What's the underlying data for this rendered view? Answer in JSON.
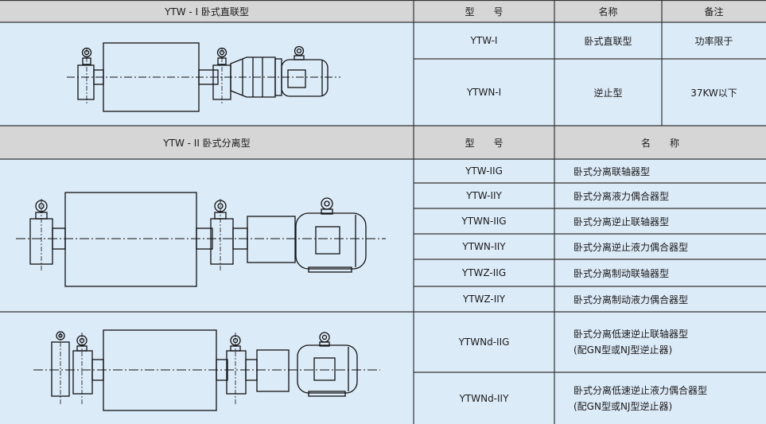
{
  "section1": {
    "title": "YTW - I 卧式直联型",
    "headers": [
      "型　　号",
      "名称",
      "备注"
    ],
    "rows": [
      {
        "model": "YTW-I",
        "name": "卧式直联型",
        "note": "功率限于"
      },
      {
        "model": "YTWN-I",
        "name": "逆止型",
        "note": "37KW以下"
      }
    ]
  },
  "section2": {
    "title": "YTW - II 卧式分离型",
    "headers": [
      "型　　号",
      "名　　称"
    ],
    "rows": [
      {
        "model": "YTW-IIG",
        "name": "卧式分离联轴器型"
      },
      {
        "model": "YTW-IIY",
        "name": "卧式分离液力偶合器型"
      },
      {
        "model": "YTWN-IIG",
        "name": "卧式分离逆止联轴器型"
      },
      {
        "model": "YTWN-IIY",
        "name": "卧式分离逆止液力偶合器型"
      },
      {
        "model": "YTWZ-IIG",
        "name": "卧式分离制动联轴器型"
      },
      {
        "model": "YTWZ-IIY",
        "name": "卧式分离制动液力偶合器型"
      }
    ]
  },
  "section3": {
    "rows": [
      {
        "model": "YTWNd-IIG",
        "name": "卧式分离低速逆止联轴器型",
        "name2": "(配GN型或NJ型逆止器)"
      },
      {
        "model": "YTWNd-IIY",
        "name": "卧式分离低速逆止液力偶合器型",
        "name2": "(配GN型或NJ型逆止器)"
      }
    ]
  }
}
